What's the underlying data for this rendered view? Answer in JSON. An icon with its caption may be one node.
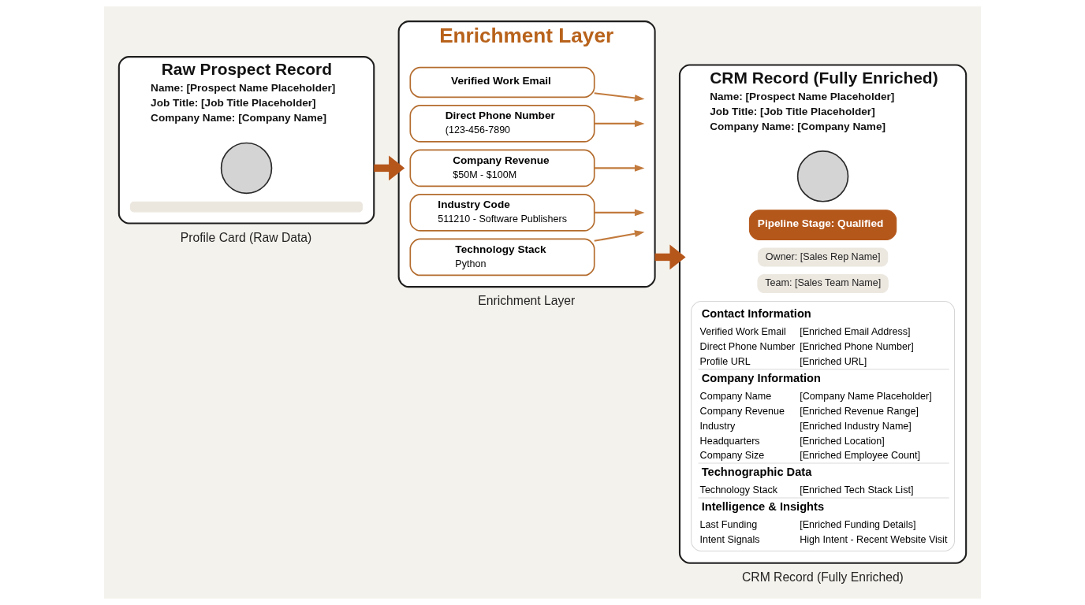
{
  "diagram": {
    "nodes": [
      {
        "text": [
          "Raw Prospect Record",
          "Name: [Prospect Name Placeholder]",
          "Job Title: [Job Title Placeholder]",
          "Company Name: [Company Name]"
        ],
        "beside": [
          "Profile Card (Raw Data)"
        ]
      },
      {
        "text": [],
        "shape": "circle",
        "in": 0
      },
      {
        "text": [],
        "shape": "bar",
        "in": 0
      },
      {
        "text": [
          "Enrichment Layer"
        ],
        "beside": [
          "Enrichment Layer"
        ]
      },
      {
        "text": [
          "Verified Work Email"
        ],
        "in": 3
      },
      {
        "text": [
          "Direct Phone Number",
          "(123-456-7890"
        ],
        "in": 3
      },
      {
        "text": [
          "Company Revenue",
          "$50M - $100M"
        ],
        "in": 3
      },
      {
        "text": [
          "Industry Code",
          "511210 - Software Publishers"
        ],
        "in": 3
      },
      {
        "text": [
          "Technology Stack",
          "Python"
        ],
        "in": 3
      },
      {
        "text": [
          "CRM Record (Fully Enriched)",
          "Name: [Prospect Name Placeholder]",
          "Job Title: [Job Title Placeholder]",
          "Company Name: [Company Name]"
        ],
        "beside": [
          "CRM Record (Fully Enriched)"
        ]
      },
      {
        "text": [],
        "shape": "circle",
        "in": 9
      },
      {
        "text": [
          "Pipeline Stage: Qualified"
        ],
        "in": 9
      },
      {
        "text": [
          "Owner: [Sales Rep Name]"
        ],
        "in": 9
      },
      {
        "text": [
          "Team: [Sales Team Name]"
        ],
        "in": 9
      },
      {
        "text": [
          "Contact Information",
          "Verified Work Email",
          "[Enriched Email Address]",
          "Direct Phone Number",
          "[Enriched Phone Number]",
          "Profile URL",
          "[Enriched URL]",
          "Company Information",
          "Company Name",
          "[Company Name Placeholder]",
          "Company Revenue",
          "[Enriched Revenue Range]",
          "Industry",
          "[Enriched Industry Name]",
          "Headquarters",
          "[Enriched Location]",
          "Company Size",
          "[Enriched Employee Count]",
          "Technographic Data",
          "Technology Stack",
          "[Enriched Tech Stack List]",
          "Intelligence & Insights",
          "Last Funding",
          "[Enriched Funding Details]",
          "Intent Signals",
          "High Intent - Recent Website Visit"
        ],
        "in": 9
      }
    ],
    "edges": [
      {
        "from": 0,
        "to": 3,
        "arrow": "to",
        "style": "thick",
        "color": "#b5561b"
      },
      {
        "from": 4,
        "to": null,
        "arrow": "to"
      },
      {
        "from": 5,
        "to": null,
        "arrow": "to"
      },
      {
        "from": 6,
        "to": null,
        "arrow": "to"
      },
      {
        "from": 7,
        "to": null,
        "arrow": "to"
      },
      {
        "from": 8,
        "to": null,
        "arrow": "to"
      },
      {
        "from": 3,
        "to": 9,
        "arrow": "to",
        "style": "thick",
        "color": "#b5561b"
      }
    ]
  }
}
